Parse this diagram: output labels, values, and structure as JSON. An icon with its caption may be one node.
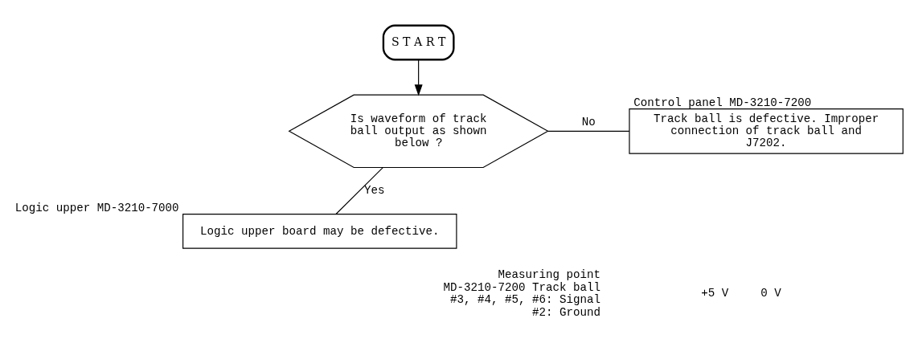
{
  "diagram": {
    "nodes": [
      {
        "text": [
          "S T A R T"
        ]
      },
      {
        "text": [
          "Is waveform of track ball output as shown below ?"
        ]
      },
      {
        "text": [
          "Track ball is defective. Improper connection of track ball and J7202."
        ],
        "beside": [
          "Control panel MD-3210-7200"
        ]
      },
      {
        "text": [
          "Logic upper board may be defective."
        ],
        "beside": [
          "Logic upper MD-3210-7000"
        ]
      }
    ],
    "edges": [
      {
        "from": 0,
        "to": 1,
        "arrow": "to"
      },
      {
        "from": 1,
        "to": 2,
        "arrow": "none",
        "label": "No"
      },
      {
        "from": 1,
        "to": 3,
        "arrow": "none",
        "label": "Yes"
      }
    ],
    "labels": [
      "Measuring point",
      "MD-3210-7200 Track ball",
      "#3, #4, #5, #6: Signal",
      "#2: Ground",
      "+5 V",
      "0 V"
    ]
  }
}
